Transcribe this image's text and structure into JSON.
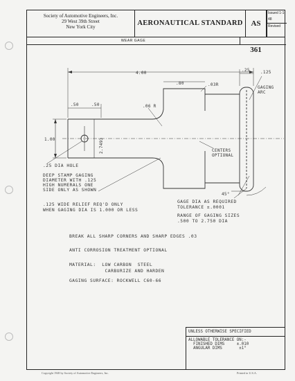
{
  "header": {
    "society_line1": "Society of Automotive Engineers, Inc.",
    "society_line2": "29 West 39th Street",
    "society_line3": "New York City",
    "standard_title": "AERONAUTICAL STANDARD",
    "standard_number": "AS 361",
    "issued_label": "Issued",
    "issued_date": "1-1-48",
    "revised_label": "Revised"
  },
  "part_title": "WEAR GAGE",
  "dimensions": {
    "overall_length": "4.00",
    "head_width": ".25",
    "slot_width": ".125",
    "gaging_arc_label": "GAGING\nARC",
    "stem_length": ".80",
    "radius_small": ".03R",
    "radius_fillet": ".06 R",
    "offset_a": ".50",
    "offset_b": ".50",
    "body_height": "1.00",
    "long_dim": "2.7493",
    "centers_label": "CENTERS\nOPTIONAL",
    "angle": "45°"
  },
  "callouts": {
    "hole": ".25 DIA HOLE",
    "deep_stamp": "DEEP STAMP GAGING\nDIAMETER WITH .125\nHIGH NUMERALS ONE\nSIDE ONLY AS SHOWN",
    "relief": ".125 WIDE RELIEF REQ'D ONLY\nWHEN GAGING DIA IS 1.000 OR LESS",
    "gage_dia": "GAGE DIA AS REQUIRED\nTOLERANCE ±.0001",
    "range": "RANGE OF GAGING SIZES\n.500 TO 2.750 DIA"
  },
  "notes": [
    "BREAK ALL SHARP CORNERS AND SHARP EDGES .03",
    "ANTI CORROSION TREATMENT OPTIONAL",
    "MATERIAL:  LOW CARBON  STEEL\n            CARBURIZE AND HARDEN",
    "GAGING SURFACE: ROCKWELL C60-66"
  ],
  "tolerance": {
    "title": "UNLESS OTHERWISE SPECIFIED",
    "line1": "ALLOWABLE TOLERANCE ON:-",
    "line2": "  FINISHED DIMS     ±.010",
    "line3": "  ANGULAR DIMS       ±1°"
  },
  "footer": {
    "copyright": "Copyright 1948 by Society of Automotive Engineers, Inc.",
    "printed": "Printed in U.S.A."
  }
}
